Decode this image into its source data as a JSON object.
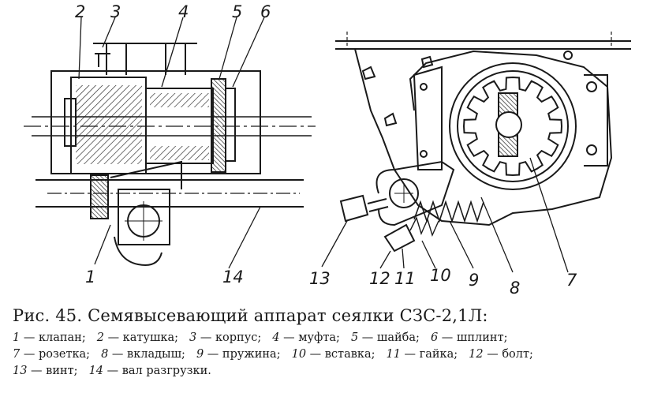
{
  "figure": {
    "labels": [
      "1",
      "2",
      "3",
      "4",
      "5",
      "6",
      "7",
      "8",
      "9",
      "10",
      "11",
      "12",
      "13",
      "14"
    ]
  },
  "caption": {
    "title": "Рис. 45. Семявысевающий аппарат сеялки СЗС-2,1Л:",
    "legend_rows": [
      [
        {
          "n": "1",
          "text": "клапан;"
        },
        {
          "n": "2",
          "text": "катушка;"
        },
        {
          "n": "3",
          "text": "корпус;"
        },
        {
          "n": "4",
          "text": "муфта;"
        },
        {
          "n": "5",
          "text": "шайба;"
        },
        {
          "n": "6",
          "text": "шплинт;"
        }
      ],
      [
        {
          "n": "7",
          "text": "розетка;"
        },
        {
          "n": "8",
          "text": "вкладыш;"
        },
        {
          "n": "9",
          "text": "пружина;"
        },
        {
          "n": "10",
          "text": "вставка;"
        },
        {
          "n": "11",
          "text": "гайка;"
        },
        {
          "n": "12",
          "text": "болт;"
        }
      ],
      [
        {
          "n": "13",
          "text": "винт;"
        },
        {
          "n": "14",
          "text": "вал разгрузки."
        }
      ]
    ]
  }
}
